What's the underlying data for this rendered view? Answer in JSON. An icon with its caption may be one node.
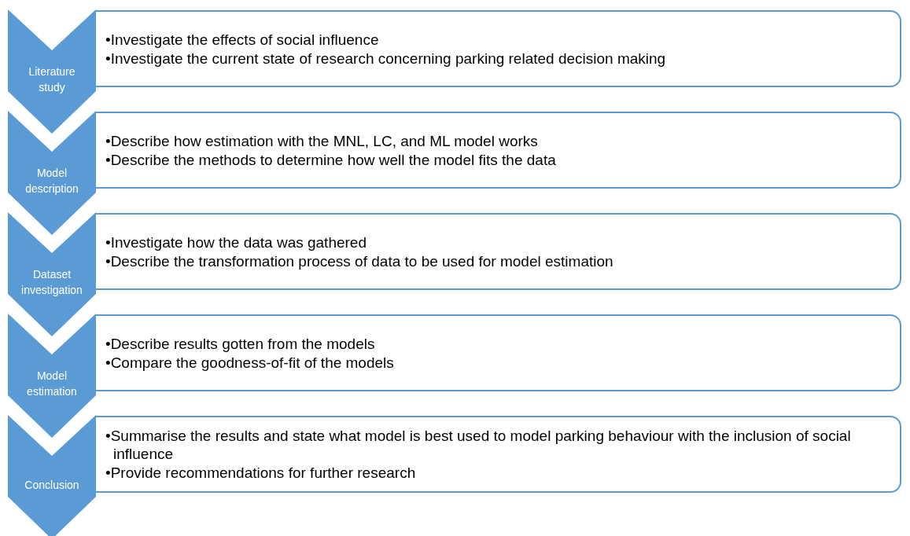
{
  "diagram": {
    "nodes": [
      {
        "text": [
          "Literature study"
        ]
      },
      {
        "text": [
          "•Investigate the effects of social influence",
          "•Investigate the current state of research concerning parking related decision making"
        ]
      },
      {
        "text": [
          "Model description"
        ]
      },
      {
        "text": [
          "•Describe how estimation with the MNL, LC, and ML model works",
          "•Describe the methods to determine how well the model fits the data"
        ]
      },
      {
        "text": [
          "Dataset investigation"
        ]
      },
      {
        "text": [
          "•Investigate how the data was gathered",
          "•Describe the transformation process of data to be used for model estimation"
        ]
      },
      {
        "text": [
          "Model estimation"
        ]
      },
      {
        "text": [
          "•Describe results gotten from the models",
          "•Compare the goodness-of-fit of the models"
        ]
      },
      {
        "text": [
          "Conclusion"
        ]
      },
      {
        "text": [
          "•Summarise the results and state what model is best used to model parking behaviour with the inclusion of social influence",
          "•Provide recommendations for further research"
        ]
      }
    ]
  }
}
